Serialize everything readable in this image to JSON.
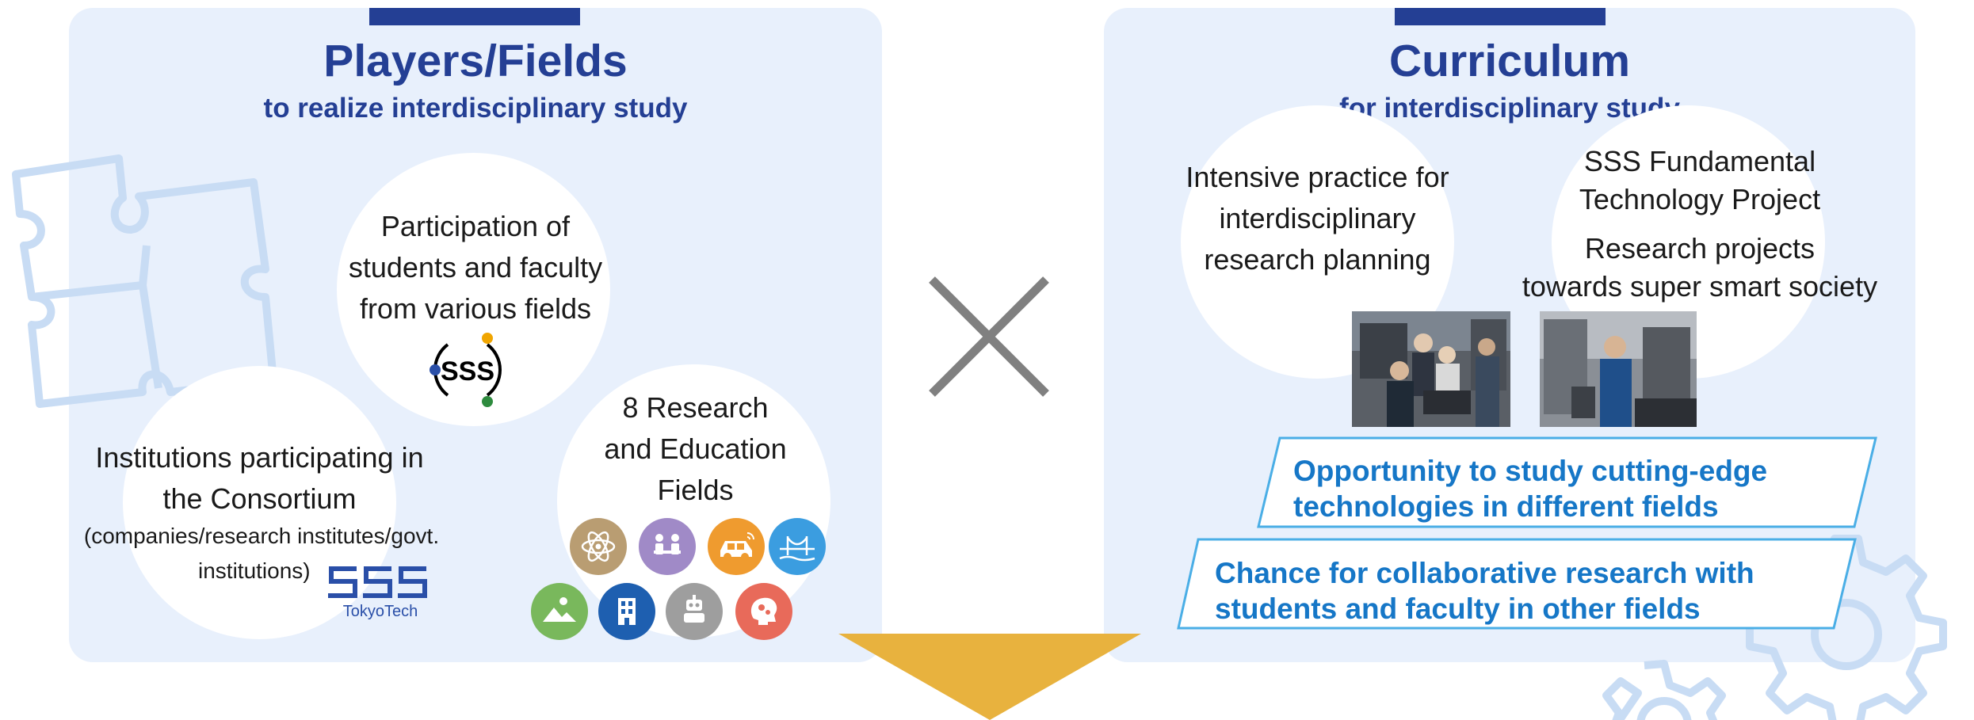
{
  "left": {
    "title": "Players/Fields",
    "subtitle": "to realize interdisciplinary study",
    "participation": [
      "Participation of",
      "students and faculty",
      "from various fields"
    ],
    "institutions": [
      "Institutions participating in",
      "the Consortium"
    ],
    "institutions_note": [
      "(companies/research institutes/govt.",
      "institutions)"
    ],
    "fields": [
      "8  Research",
      "and  Education",
      "Fields"
    ],
    "sss_logo_text": "SSS",
    "tokyotech_text": "TokyoTech"
  },
  "right": {
    "title": "Curriculum",
    "subtitle": "for interdisciplinary study",
    "practice": [
      "Intensive practice for",
      "interdisciplinary",
      "research planning"
    ],
    "project_title": [
      "SSS Fundamental",
      "Technology Project"
    ],
    "project_desc": [
      "Research projects",
      "towards  super smart society"
    ],
    "banner1": [
      "Opportunity to study cutting-edge",
      "technologies in different fields"
    ],
    "banner2": [
      "Chance for collaborative research with",
      "students and faculty in other fields"
    ]
  },
  "colors": {
    "panel_bg": "#e8f0fc",
    "title_blue": "#243f94",
    "banner_blue": "#1677c7",
    "arrow_gold": "#e8b23e",
    "cross_gray": "#808080",
    "field_icons": [
      "#b99d72",
      "#a08ac7",
      "#ef9b2f",
      "#3b9de0",
      "#79b85c",
      "#1e5fb0",
      "#9e9e9e",
      "#e86a5a"
    ]
  },
  "icons": [
    "puzzle-icon",
    "gear-icon",
    "atom-icon",
    "meeting-icon",
    "car-icon",
    "bridge-icon",
    "landscape-icon",
    "building-icon",
    "robot-icon",
    "brain-icon"
  ]
}
